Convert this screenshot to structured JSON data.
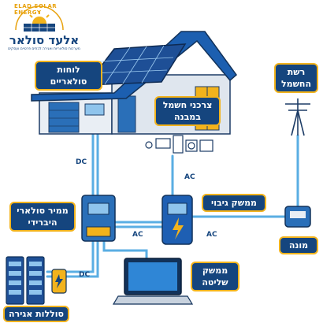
{
  "logo": {
    "arc_text": "ELAD SOLAR ENERGY",
    "name": "אלעד סולאר",
    "subtitle": "מערכות סולאריות ואגירה לבתים פרטיים ועסקים"
  },
  "labels": {
    "solar_panels": "לוחות סולאריים",
    "building_loads": [
      "צרכני חשמל",
      "במבנה"
    ],
    "grid": [
      "רשת",
      "החשמל"
    ],
    "backup_interface": "ממשק גיבוי",
    "hybrid_inverter": [
      "ממיר סולארי",
      "היברידי"
    ],
    "meter": "מונה",
    "control_interface": [
      "ממשק",
      "שליטה"
    ],
    "storage_batteries": "סוללות אגירה"
  },
  "wire_tags": {
    "dc_top": "DC",
    "ac_vertical": "AC",
    "ac_left": "AC",
    "ac_right": "AC",
    "dc_bottom": "DC"
  },
  "colors": {
    "navy": "#15457e",
    "gold": "#f2b31c",
    "wire": "#5aaee3",
    "roof": "#1c5fb0"
  }
}
